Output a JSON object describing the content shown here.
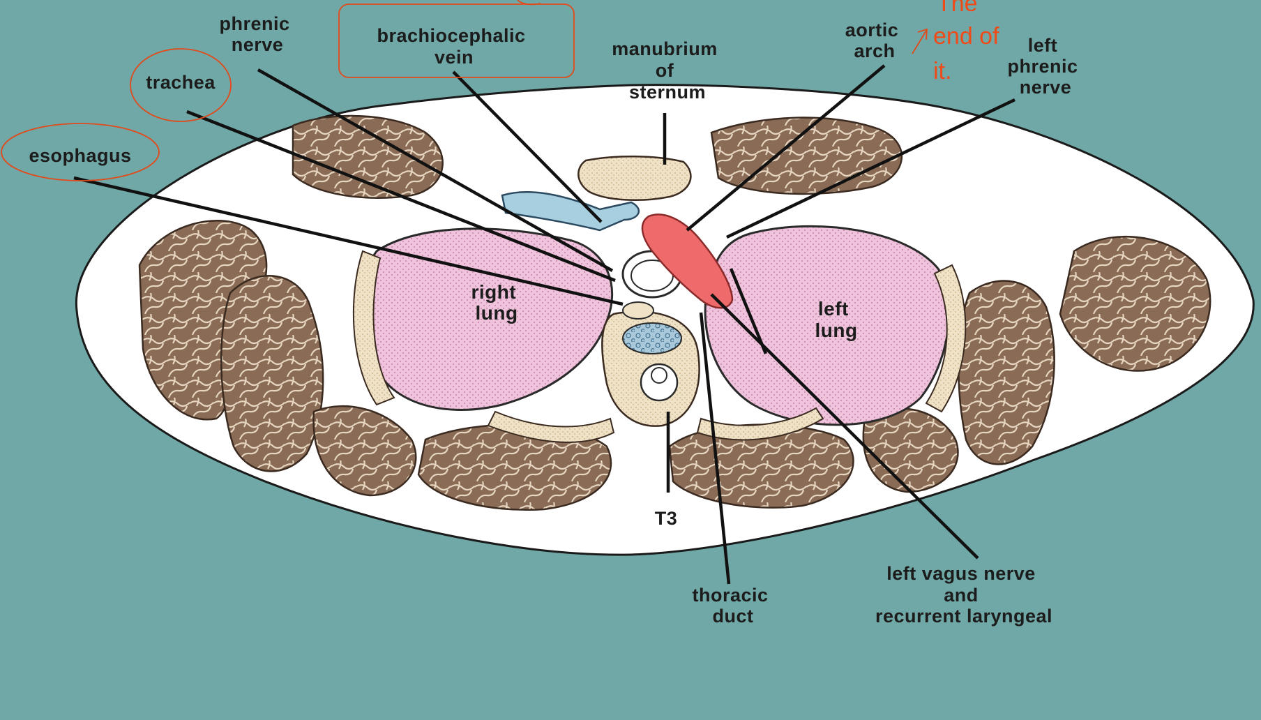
{
  "labels": {
    "phrenic_nerve": [
      "phrenic",
      "nerve"
    ],
    "brachiocephalic_vein": [
      "brachiocephalic",
      "vein"
    ],
    "manubrium": [
      "manubrium",
      "of",
      "sternum"
    ],
    "aortic_arch": [
      "aortic",
      "arch"
    ],
    "left_phrenic_nerve": [
      "left",
      "phrenic",
      "nerve"
    ],
    "trachea": "trachea",
    "esophagus": "esophagus",
    "right_lung": [
      "right",
      "lung"
    ],
    "left_lung": [
      "left",
      "lung"
    ],
    "t3": "T3",
    "thoracic_duct": [
      "thoracic",
      "duct"
    ],
    "left_vagus": [
      "left vagus nerve",
      "and",
      "recurrent laryngeal"
    ]
  },
  "annotation": {
    "note_lines": [
      "The",
      "end of",
      "it."
    ]
  },
  "colors": {
    "background": "#6fa8a6",
    "body_outline": "#ffffff",
    "muscle": "#8a6b55",
    "muscle_line": "#e8d8c4",
    "lung": "#efc3dc",
    "bone": "#efe2c6",
    "aorta": "#ef6a6a",
    "vein": "#a8cfe0",
    "annotation": "#f04a18"
  }
}
